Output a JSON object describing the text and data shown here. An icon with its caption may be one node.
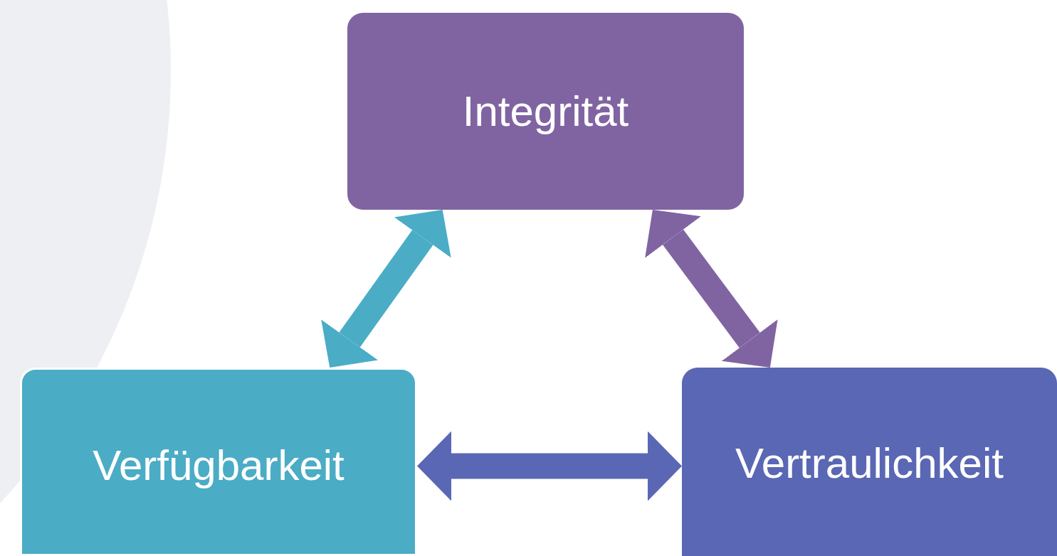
{
  "diagram": {
    "nodes": [
      {
        "text": [
          "Integrität"
        ]
      },
      {
        "text": [
          "Verfügbarkeit"
        ]
      },
      {
        "text": [
          "Vertraulichkeit"
        ]
      }
    ],
    "edges": [
      {
        "from": 1,
        "to": 0,
        "arrow": "both",
        "color": "#4bacc6"
      },
      {
        "from": 0,
        "to": 2,
        "arrow": "both",
        "color": "#8064a2"
      },
      {
        "from": 1,
        "to": 2,
        "arrow": "both",
        "color": "#5a67b4"
      }
    ]
  }
}
